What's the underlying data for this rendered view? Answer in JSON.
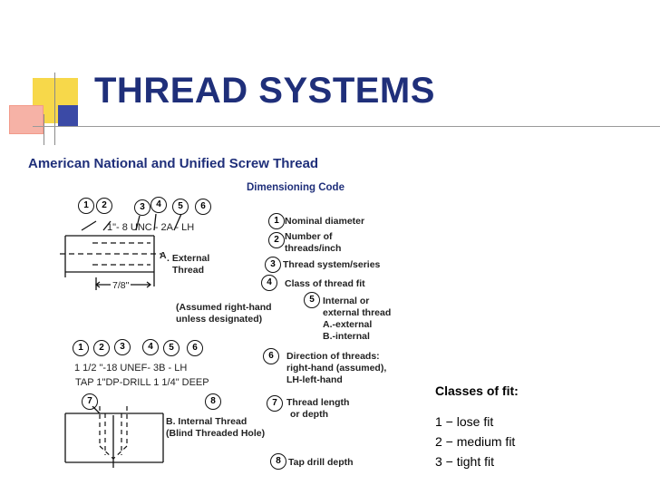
{
  "slide": {
    "title": "THREAD SYSTEMS",
    "subtitle": "American National and Unified Screw Thread",
    "diagram_heading": "Dimensioning Code"
  },
  "callout_numbers": [
    "1",
    "2",
    "3",
    "4",
    "5",
    "6",
    "7",
    "8"
  ],
  "legend": {
    "item1": "Nominal diameter",
    "item2a": "Number of",
    "item2b": "threads/inch",
    "item3": "Thread system/series",
    "item4": "Class of thread fit",
    "item5a": "Internal or",
    "item5b": "external thread",
    "item5c": "A.-external",
    "item5d": "B.-internal",
    "item6a": "Direction of threads:",
    "item6b": "right-hand (assumed),",
    "item6c": "LH-left-hand",
    "item7a": "Thread length",
    "item7b": "or depth",
    "item8": "Tap drill depth"
  },
  "external": {
    "callout": "1\"- 8  UNC - 2A - LH",
    "letter": "A",
    "label_a": ". External",
    "label_b": "Thread",
    "length": "7/8\"",
    "note_a": "(Assumed right-hand",
    "note_b": "unless  designated)"
  },
  "internal": {
    "callout": "1 1/2 \"-18   UNEF- 3B - LH",
    "tap": "TAP 1\"DP-DRILL  1 1/4\" DEEP",
    "label_a": "B. Internal Thread",
    "label_b": "(Blind Threaded Hole)"
  },
  "fit": {
    "heading": "Classes of fit:",
    "items": [
      "1 − lose fit",
      "2 − medium fit",
      "3 − tight fit"
    ]
  },
  "colors": {
    "title": "#1f2f7a",
    "deco_yellow": "#f7d84a",
    "deco_red": "#f29a8a",
    "deco_blue": "#3b4aa6"
  }
}
